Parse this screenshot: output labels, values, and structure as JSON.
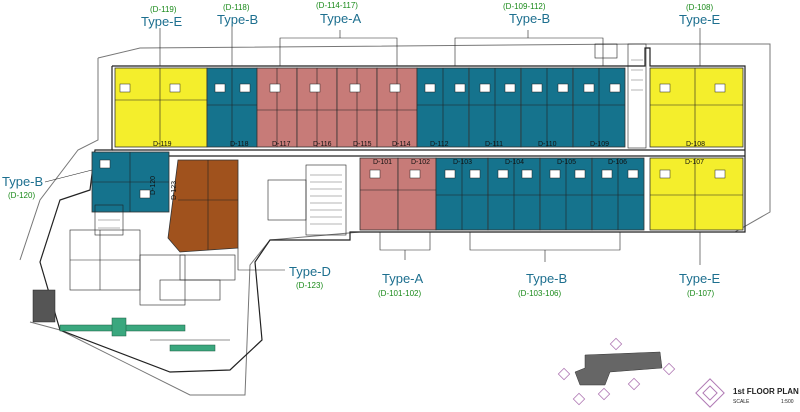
{
  "colors": {
    "type_a": "#c77b78",
    "type_b": "#15738d",
    "type_d": "#a0521d",
    "type_e": "#f4ee2c",
    "label_type": "#1d6f8f",
    "label_code": "#1a8a1a",
    "landscape": "#3aa77e",
    "compass": "#b07ab5"
  },
  "callouts": {
    "top_e_left": {
      "code": "(D-119)",
      "type": "Type-E"
    },
    "top_b_left": {
      "code": "(D-118)",
      "type": "Type-B"
    },
    "top_a": {
      "code": "(D-114-117)",
      "type": "Type-A"
    },
    "top_b_right": {
      "code": "(D-109-112)",
      "type": "Type-B"
    },
    "top_e_right": {
      "code": "(D-108)",
      "type": "Type-E"
    },
    "left_b": {
      "type": "Type-B",
      "code": "(D-120)"
    },
    "bottom_d": {
      "type": "Type-D",
      "code": "(D-123)"
    },
    "bottom_a": {
      "type": "Type-A",
      "code": "(D-101-102)"
    },
    "bottom_b": {
      "type": "Type-B",
      "code": "(D-103-106)"
    },
    "bottom_e": {
      "type": "Type-E",
      "code": "(D-107)"
    }
  },
  "units_top": [
    "D-119",
    "D-118",
    "D-117",
    "D-116",
    "D-115",
    "D-114",
    "D-112",
    "D-111",
    "D-110",
    "D-109",
    "D-108"
  ],
  "units_bottom": [
    "D-101",
    "D-102",
    "D-103",
    "D-104",
    "D-105",
    "D-106",
    "D-107"
  ],
  "units_vertical": [
    "D-120",
    "D-123"
  ],
  "drawing_title": {
    "title": "1st FLOOR PLAN",
    "scale_label": "SCALE",
    "scale_value": "1:500"
  }
}
